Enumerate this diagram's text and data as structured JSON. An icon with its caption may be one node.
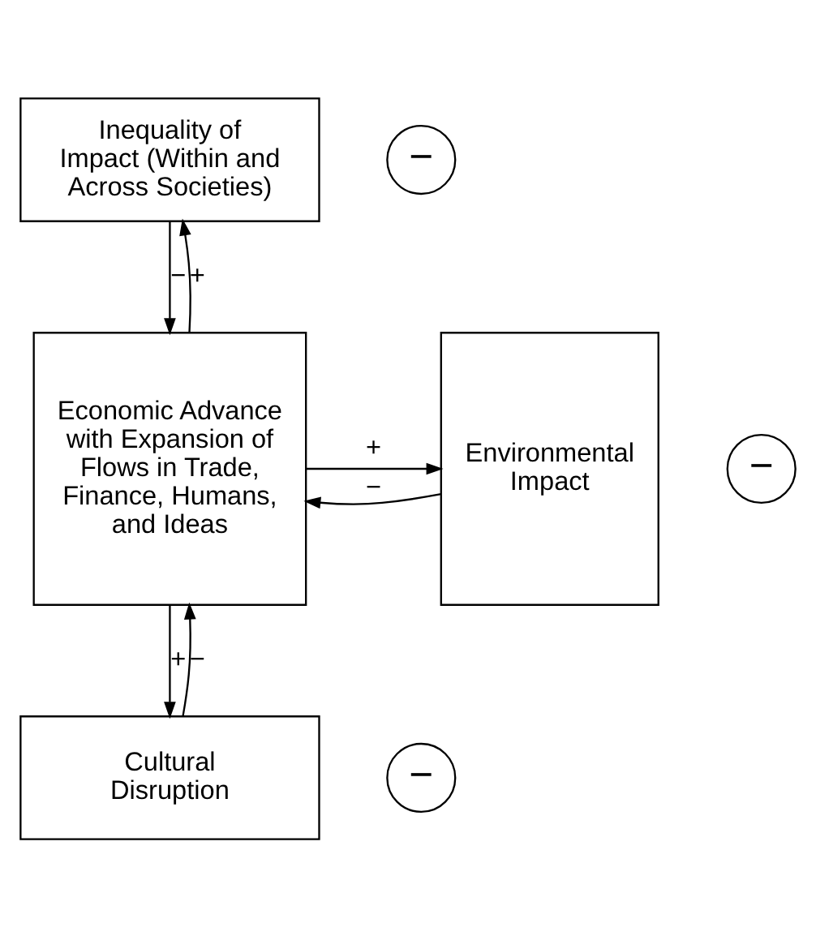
{
  "diagram": {
    "nodes": [
      {
        "text": [
          "Inequality of Impact (Within and Across Societies)"
        ]
      },
      {
        "text": [
          "Economic Advance with Expansion of Flows in Trade, Finance, Humans, and Ideas"
        ]
      },
      {
        "text": [
          "Environmental Impact"
        ]
      },
      {
        "text": [
          "Cultural Disruption"
        ]
      },
      {
        "text": [
          "−"
        ]
      },
      {
        "text": [
          "−"
        ]
      },
      {
        "text": [
          "−"
        ]
      }
    ],
    "edges": [
      {
        "from": 1,
        "to": 0,
        "arrow": "to",
        "label": "+"
      },
      {
        "from": 0,
        "to": 1,
        "arrow": "to",
        "label": "−"
      },
      {
        "from": 1,
        "to": 2,
        "arrow": "to",
        "label": "+"
      },
      {
        "from": 2,
        "to": 1,
        "arrow": "to",
        "label": "−"
      },
      {
        "from": 1,
        "to": 3,
        "arrow": "to",
        "label": "+"
      },
      {
        "from": 3,
        "to": 1,
        "arrow": "to",
        "label": "−"
      }
    ]
  }
}
